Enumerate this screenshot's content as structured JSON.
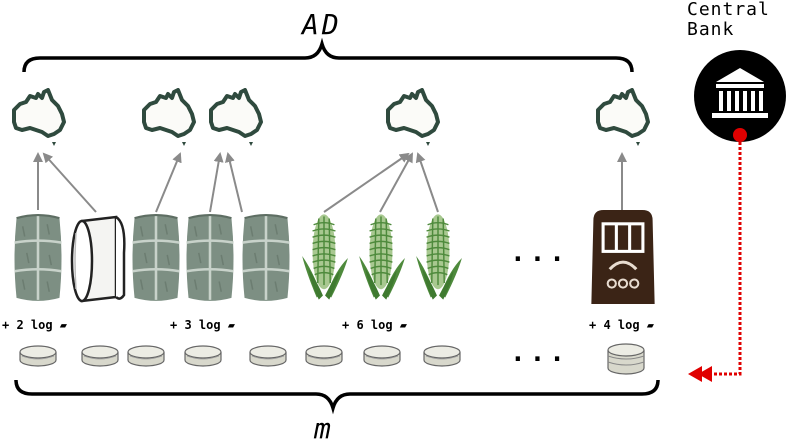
{
  "diagram": {
    "top_brace_label": "AD",
    "bottom_brace_label": "m",
    "central_bank": {
      "line1": "Central",
      "line2": "Bank",
      "icon": "bank-building-icon"
    },
    "gain_labels": [
      "+ 2 log ▰",
      "+ 3 log ▰",
      "+ 6 log ▰",
      "+ 4 log ▰"
    ],
    "ellipsis_top": "...",
    "ellipsis_bottom": "...",
    "goods": [
      "hay-bale-icon",
      "paper-roll-icon",
      "hay-bale-icon",
      "hay-bale-icon",
      "hay-bale-icon",
      "corn-icon",
      "corn-icon",
      "corn-icon",
      "radio-icon"
    ],
    "map_icons": [
      "australia-map-icon",
      "australia-map-icon",
      "australia-map-icon",
      "australia-map-icon",
      "australia-map-icon"
    ],
    "colors": {
      "arrow": "#8a8a8a",
      "hay": "#7d8f83",
      "corn_leaf": "#4e8a3c",
      "corn_cob": "#a8c890",
      "radio": "#3b2416",
      "map": "#2f4a3e",
      "coin": "#d8d8cc",
      "money_flow": "#e00000"
    }
  }
}
